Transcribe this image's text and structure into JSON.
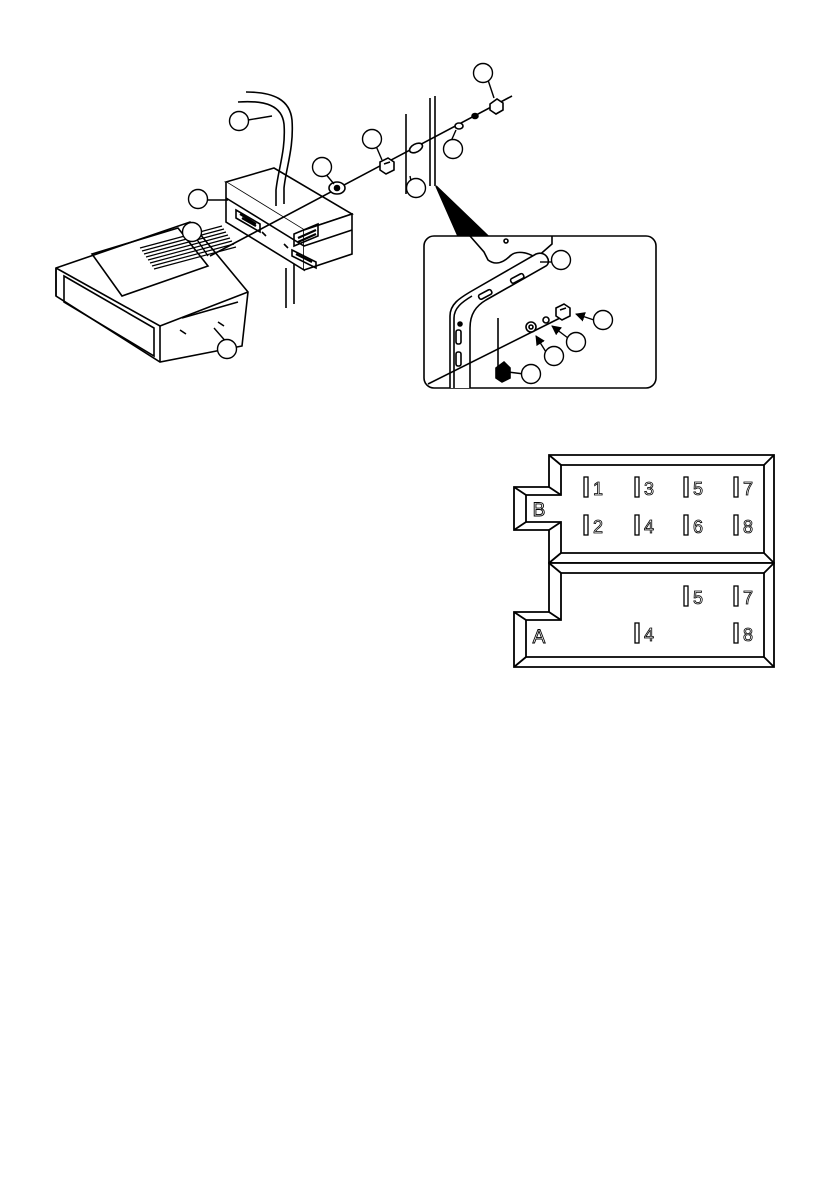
{
  "connector_diagram": {
    "block_b": {
      "label": "B",
      "pins": [
        {
          "number": "1"
        },
        {
          "number": "3"
        },
        {
          "number": "5"
        },
        {
          "number": "7"
        },
        {
          "number": "2"
        },
        {
          "number": "4"
        },
        {
          "number": "6"
        },
        {
          "number": "8"
        }
      ]
    },
    "block_a": {
      "label": "A",
      "pins": [
        {
          "number": "5"
        },
        {
          "number": "7"
        },
        {
          "number": "4"
        },
        {
          "number": "8"
        }
      ]
    }
  },
  "installation_diagram": {
    "callout_count": 14,
    "callout_labels": []
  }
}
